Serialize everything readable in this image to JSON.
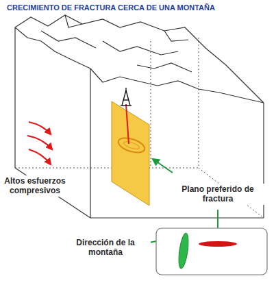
{
  "diagram": {
    "title": "CRECIMIENTO DE FRACTURA CERCA DE UNA MONTAÑA",
    "labels": [
      "Altos esfuerzos compresivos",
      "Plano preferido de fractura",
      "Dirección de la montaña"
    ]
  }
}
